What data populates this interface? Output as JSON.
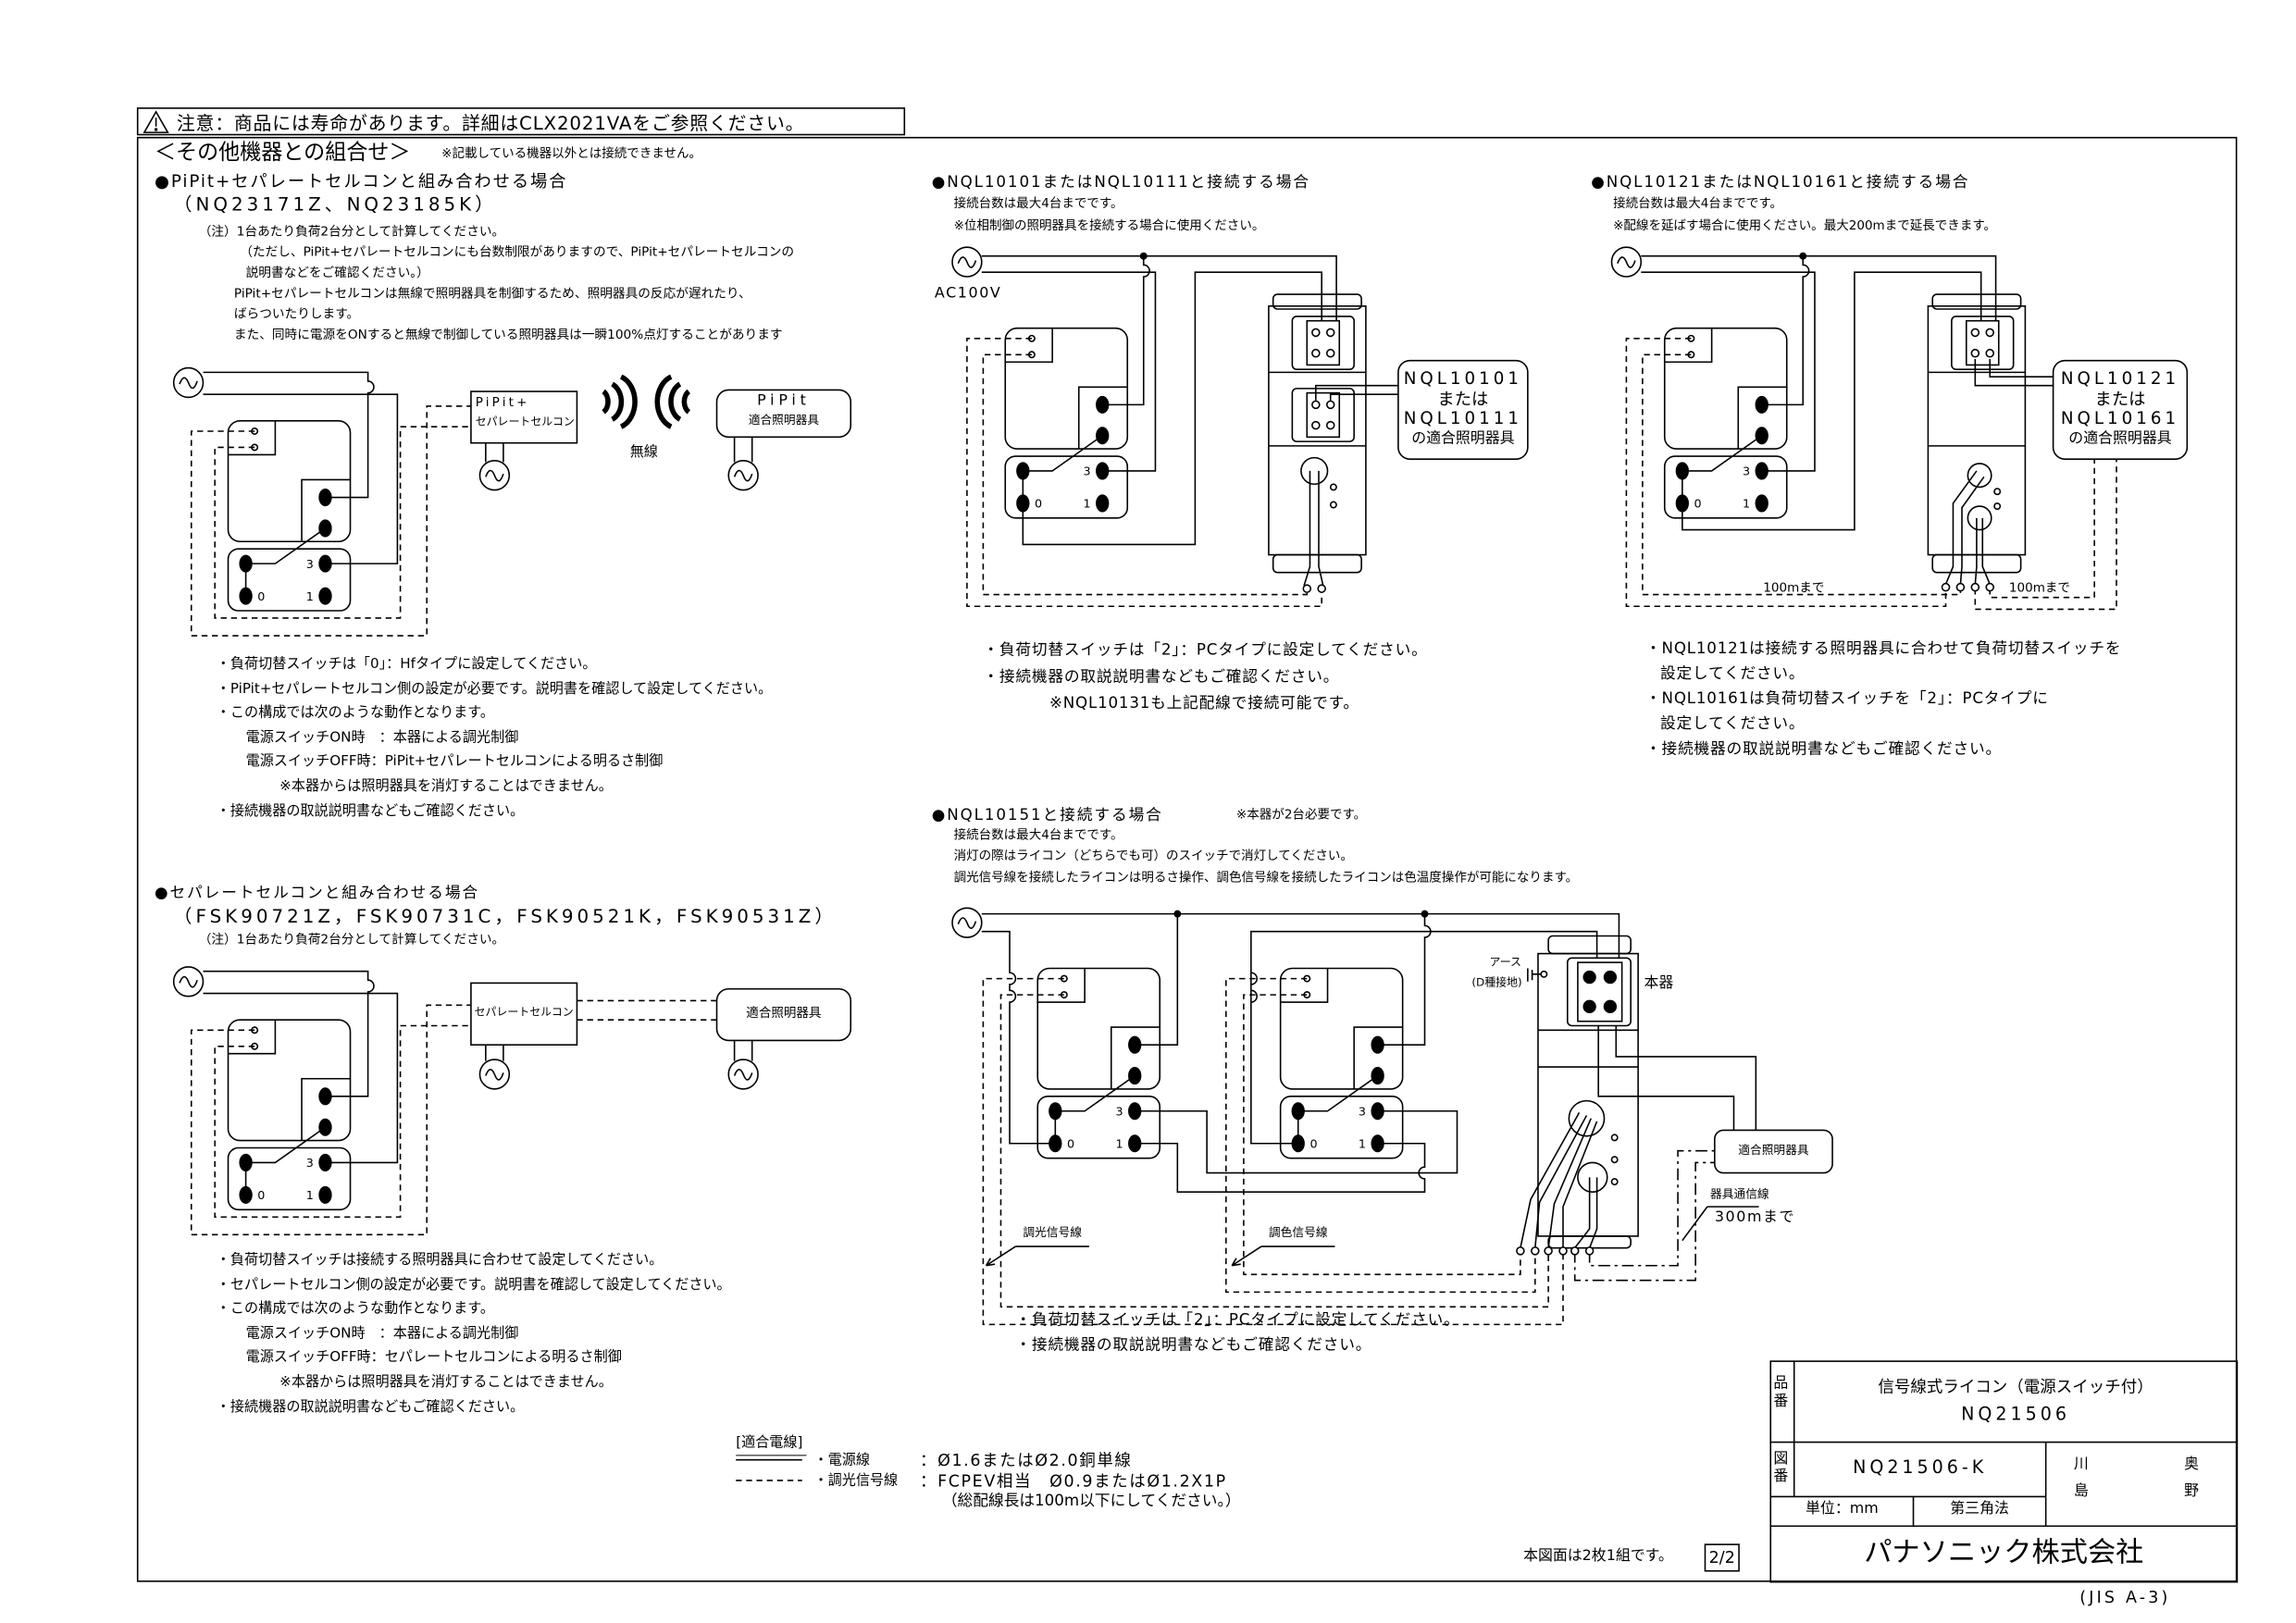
{
  "warning": "注意：商品には寿命があります。詳細はCLX2021VAをご参照ください。",
  "warning_icon": "warning-triangle-icon",
  "section_title": "＜その他機器との組合せ＞",
  "section_note": "※記載している機器以外とは接続できません。",
  "terminals": {
    "t3": "3",
    "t0": "0",
    "t1": "1"
  },
  "pipit": {
    "title": "●PiPit+セパレートセルコンと組み合わせる場合",
    "models": "（NQ23171Z、NQ23185K）",
    "notes": [
      "（注）1台あたり負荷2台分として計算してください。",
      "（ただし、PiPit+セパレートセルコンにも台数制限がありますので、PiPit+セパレートセルコンの",
      "説明書などをご確認ください。）",
      "PiPit+セパレートセルコンは無線で照明器具を制御するため、照明器具の反応が遅れたり、",
      "ばらついたりします。",
      "また、同時に電源をONすると無線で制御している照明器具は一瞬100%点灯することがあります"
    ],
    "device_line1": "PiPit+",
    "device_line2": "セパレートセルコン",
    "wireless": "無線",
    "light_line1": "PiPit",
    "light_line2": "適合照明器具",
    "bullets": [
      "・負荷切替スイッチは「0」：Hfタイプに設定してください。",
      "・PiPit+セパレートセルコン側の設定が必要です。説明書を確認して設定してください。",
      "・この構成では次のような動作となります。",
      "電源スイッチON時　：本器による調光制御",
      "電源スイッチOFF時：PiPit+セパレートセルコンによる明るさ制御",
      "※本器からは照明器具を消灯することはできません。",
      "・接続機器の取説説明書などもご確認ください。"
    ]
  },
  "separate": {
    "title": "●セパレートセルコンと組み合わせる場合",
    "models": "（FSK90721Z，FSK90731C，FSK90521K，FSK90531Z）",
    "note": "（注）1台あたり負荷2台分として計算してください。",
    "device": "セパレートセルコン",
    "light": "適合照明器具",
    "bullets": [
      "・負荷切替スイッチは接続する照明器具に合わせて設定してください。",
      "・セパレートセルコン側の設定が必要です。説明書を確認して設定してください。",
      "・この構成では次のような動作となります。",
      "電源スイッチON時　：本器による調光制御",
      "電源スイッチOFF時：セパレートセルコンによる明るさ制御",
      "※本器からは照明器具を消灯することはできません。",
      "・接続機器の取説説明書などもご確認ください。"
    ]
  },
  "nql10101": {
    "title": "●NQL10101またはNQL10111と接続する場合",
    "lines": [
      "接続台数は最大4台までです。",
      "※位相制御の照明器具を接続する場合に使用ください。"
    ],
    "source": "AC100V",
    "label": [
      "NQL10101",
      "または",
      "NQL10111",
      "の適合照明器具"
    ],
    "bullets": [
      "・負荷切替スイッチは「2」：PCタイプに設定してください。",
      "・接続機器の取説説明書などもご確認ください。"
    ],
    "footnote": "※NQL10131も上記配線で接続可能です。"
  },
  "nql10121": {
    "title": "●NQL10121またはNQL10161と接続する場合",
    "lines": [
      "接続台数は最大4台までです。",
      "※配線を延ばす場合に使用ください。最大200mまで延長できます。"
    ],
    "label": [
      "NQL10121",
      "または",
      "NQL10161",
      "の適合照明器具"
    ],
    "distance_left": "100mまで",
    "distance_right": "100mまで",
    "bullets": [
      "・NQL10121は接続する照明器具に合わせて負荷切替スイッチを",
      "設定してください。",
      "・NQL10161は負荷切替スイッチを「2」：PCタイプに",
      "設定してください。",
      "・接続機器の取説説明書などもご確認ください。"
    ]
  },
  "nql10151": {
    "title": "●NQL10151と接続する場合",
    "title_note": "※本器が2台必要です。",
    "lines": [
      "接続台数は最大4台までです。",
      "消灯の際はライコン（どちらでも可）のスイッチで消灯してください。",
      "調光信号線を接続したライコンは明るさ操作、調色信号線を接続したライコンは色温度操作が可能になります。"
    ],
    "earth": "アース",
    "earth_type": "(D種接地)",
    "unit": "本器",
    "light": "適合照明器具",
    "comm_line": "器具通信線",
    "comm_distance": "300mまで",
    "dim_signal": "調光信号線",
    "color_signal": "調色信号線",
    "bullets": [
      "・負荷切替スイッチは「2」：PCタイプに設定してください。",
      "・接続機器の取説説明書などもご確認ください。"
    ]
  },
  "wires": {
    "heading": "[適合電線]",
    "power_label": "・電源線",
    "power_spec": "：Ø1.6またはØ2.0銅単線",
    "signal_label": "・調光信号線",
    "signal_spec": "：FCPEV相当　Ø0.9またはØ1.2X1P",
    "signal_note": "（総配線長は100m以下にしてください。）"
  },
  "set_note": "本図面は2枚1組です。",
  "page": "2/2",
  "title_block": {
    "product_no_label": "品番",
    "product_name": "信号線式ライコン（電源スイッチ付）",
    "product_no": "NQ21506",
    "drawing_no_label": "図番",
    "drawing_no": "NQ21506-K",
    "unit": "単位：mm",
    "projection": "第三角法",
    "names": [
      "川",
      "島",
      "奥",
      "野"
    ],
    "company": "パナソニック株式会社"
  },
  "jis": "(JIS A-3)"
}
